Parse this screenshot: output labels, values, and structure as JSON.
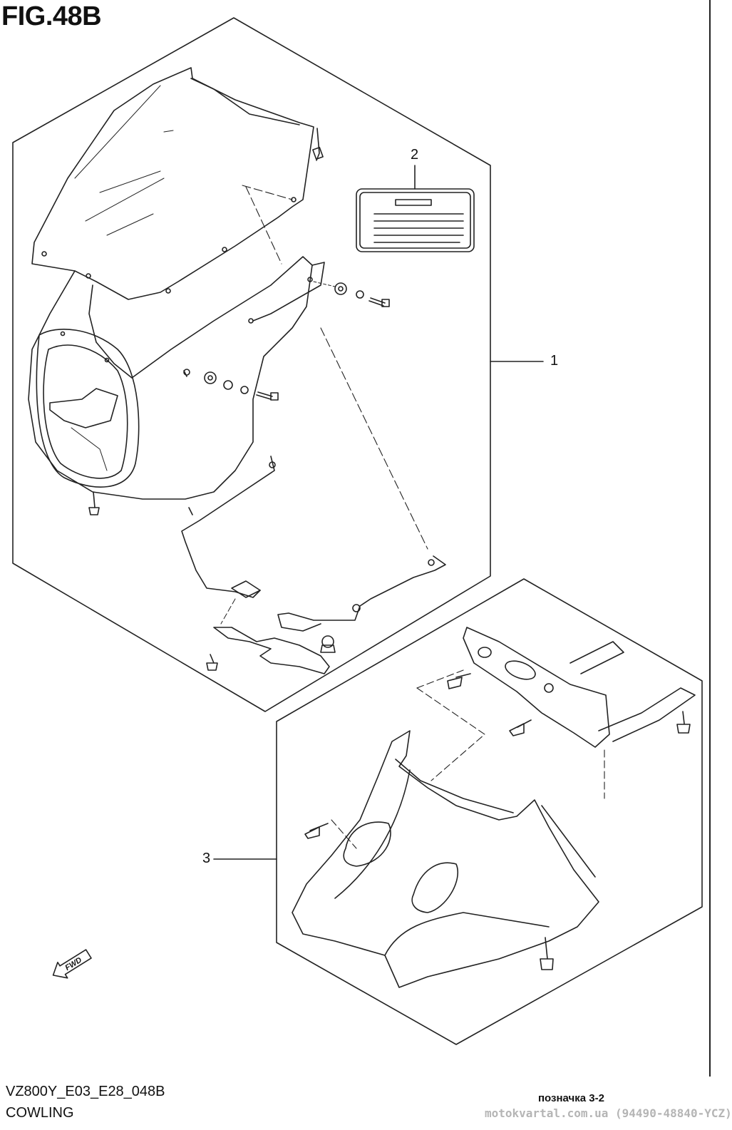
{
  "figure": {
    "title": "FIG.48B",
    "model_code": "VZ800Y_E03_E28_048B",
    "section_name": "COWLING",
    "reference_note": "позначка 3-2",
    "watermark": "motokvartal.com.ua (94490-48840-YCZ)"
  },
  "callouts": [
    {
      "id": "1",
      "label": "1"
    },
    {
      "id": "2",
      "label": "2"
    },
    {
      "id": "3",
      "label": "3"
    }
  ],
  "direction_marker": {
    "label": "FWD",
    "icon": "fwd-arrow-icon"
  },
  "colors": {
    "line": "#222222",
    "background": "#ffffff",
    "watermark": "#b5b5b5"
  }
}
